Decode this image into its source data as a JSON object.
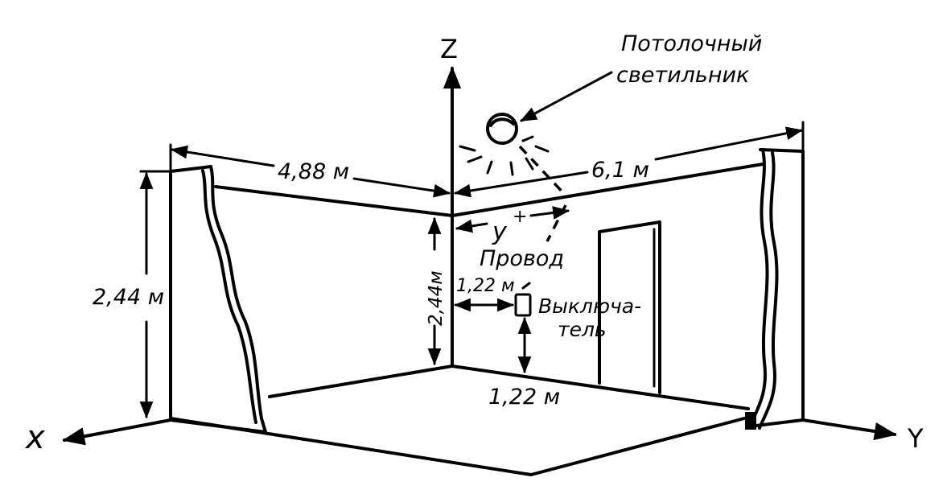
{
  "axes": {
    "z": "Z",
    "x": "x",
    "y": "Y"
  },
  "labels": {
    "fixture_line1": "Потолочный",
    "fixture_line2": "светильник",
    "left_width": "4,88 м",
    "right_width": "6,1 м",
    "left_height": "2,44 м",
    "corner_height": "2,44м",
    "y_mark": "y",
    "plus_mark": "+",
    "wire": "Провод",
    "switch_distance": "1,22 м",
    "switch_line1": "Выключа-",
    "switch_line2": "тель",
    "switch_height": "1,22 м"
  }
}
